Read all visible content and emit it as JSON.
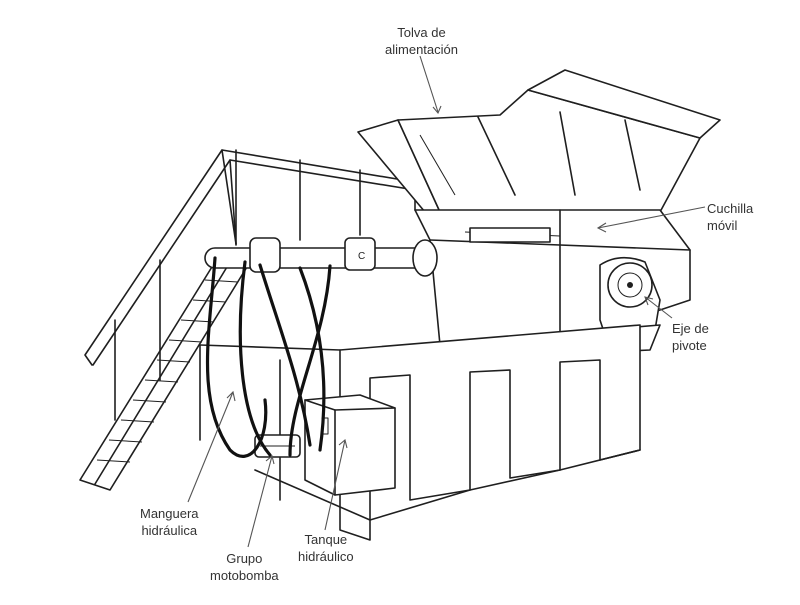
{
  "labels": {
    "hopper": [
      "Tolva de",
      "alimentación"
    ],
    "blade": [
      "Cuchilla",
      "móvil"
    ],
    "pivot": [
      "Eje de",
      "pivote"
    ],
    "hose": [
      "Manguera",
      "hidráulica"
    ],
    "pump": [
      "Grupo",
      "motobomba"
    ],
    "tank": [
      "Tanque",
      "hidráulico"
    ]
  },
  "cylinder_mark": "C"
}
